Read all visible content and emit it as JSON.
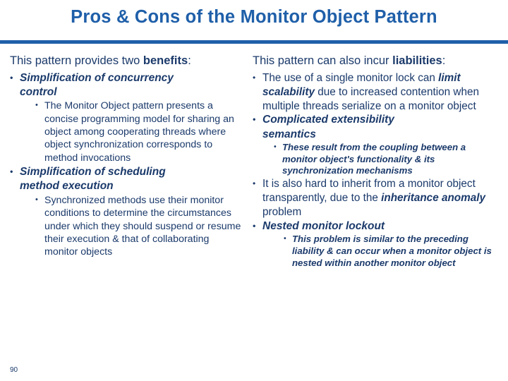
{
  "slide": {
    "title": "Pros & Cons of the Monitor Object Pattern",
    "page_number": "90",
    "accent_color": "#1f5fa9",
    "text_color": "#1b3a6b",
    "bullet_glyph": "•"
  },
  "left": {
    "lead_pre": "This pattern provides two ",
    "lead_bold": "benefits",
    "lead_post": ":",
    "items": [
      {
        "text_a": "Simplification of concurrency",
        "text_b": "control",
        "children": [
          {
            "text": "The Monitor Object pattern presents a concise programming model for sharing an object among cooperating threads where object synchronization corresponds to method invocations"
          }
        ]
      },
      {
        "text_a": "Simplification of scheduling",
        "text_b": "method execution",
        "children": [
          {
            "text": "Synchronized methods use their monitor conditions to determine the circumstances under which they should suspend or resume their execution & that of collaborating monitor objects"
          }
        ]
      }
    ]
  },
  "right": {
    "lead_pre": "This pattern can also incur ",
    "lead_bold": "liabilities",
    "lead_post": ":",
    "item1": {
      "part1": "The use of a single monitor lock can ",
      "part2_italic": "limit scalability",
      "part3": " due to increased contention when multiple threads serialize on a monitor object"
    },
    "item2": {
      "text_a": "Complicated extensibility",
      "text_b": "semantics",
      "child": "These result from the coupling between a monitor object's functionality & its synchronization mechanisms"
    },
    "item3": {
      "part1": "It is also hard to inherit from a monitor object transparently, due to the ",
      "part2_italic": "inheritance anomaly",
      "part3": " problem"
    },
    "item4": {
      "text": "Nested monitor lockout",
      "child": "This problem is similar to the preceding liability & can occur when a monitor object is nested within another monitor object"
    }
  }
}
